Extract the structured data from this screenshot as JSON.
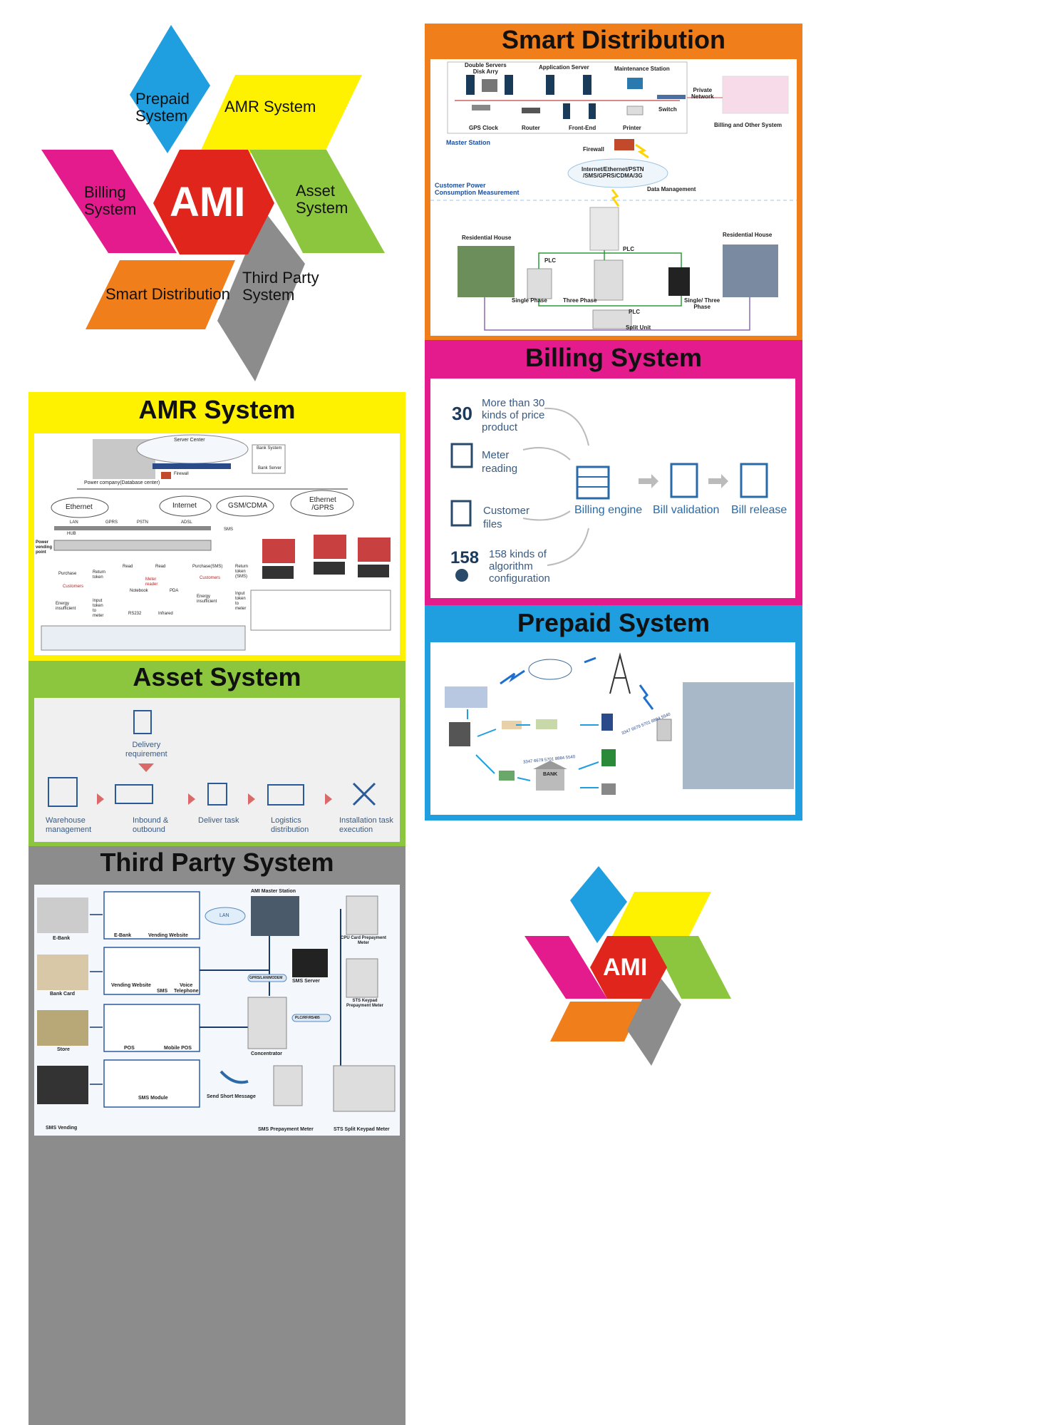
{
  "colors": {
    "blue": "#1f9ee0",
    "yellow": "#fff200",
    "magenta": "#e31b8d",
    "green": "#8cc63f",
    "orange": "#f07e1a",
    "gray": "#8c8c8c",
    "red": "#e0261c"
  },
  "hero": {
    "center": "AMI",
    "petals": {
      "prepaid": "Prepaid\nSystem",
      "amr": "AMR System",
      "billing": "Billing\nSystem",
      "asset": "Asset\nSystem",
      "smart": "Smart Distribution",
      "third": "Third Party\nSystem"
    }
  },
  "logo_small": {
    "center": "AMI"
  },
  "smart_distribution": {
    "title": "Smart Distribution",
    "labels": {
      "double_servers": "Double Servers\nDisk Arry",
      "app_server": "Application Server",
      "maintenance": "Maintenance Station",
      "private_network": "Private\nNetwork",
      "switch": "Switch",
      "gps": "GPS Clock",
      "router": "Router",
      "front_end": "Front-End",
      "printer": "Printer",
      "billing_other": "Billing and Other System",
      "master_station": "Master Station",
      "firewall": "Firewall",
      "network": "Internet/Ethernet/PSTN\n/SMS/GPRS/CDMA/3G",
      "customer_power": "Customer Power\nConsumption Measurement",
      "data_mgmt": "Data Management",
      "res_house_left": "Residential House",
      "res_house_right": "Residential House",
      "plc_top": "PLC",
      "plc_left": "PLC",
      "plc_bottom": "PLC",
      "single_phase": "Single Phase",
      "three_phase": "Three Phase",
      "single_three": "Single/ Three\nPhase",
      "split_unit": "Split Unit"
    }
  },
  "billing_system": {
    "title": "Billing System",
    "items": {
      "price": "More than 30\nkinds of price\nproduct",
      "meter": "Meter\nreading",
      "customer": "Customer\nfiles",
      "algo": "158 kinds of\nalgorithm\nconfiguration",
      "engine": "Billing engine",
      "validation": "Bill validation",
      "release": "Bill release",
      "num30": "30",
      "num158": "158"
    }
  },
  "prepaid_system": {
    "title": "Prepaid System",
    "labels": {
      "bank": "BANK",
      "codes1": "3347 6679 5701 8884 5540",
      "codes2": "3347 6679 5701 8884 5540"
    }
  },
  "amr_system": {
    "title": "AMR System",
    "labels": {
      "server_center": "Server Center",
      "bank_system": "Bank System",
      "bank_server": "Bank Server",
      "firewall": "Firewall",
      "power_company": "Power company(Database center)",
      "ethernet": "Ethernet",
      "internet": "Internet",
      "gsm": "GSM/CDMA",
      "ethernet_gprs": "Ethernet\n/GPRS",
      "lan": "LAN",
      "hub": "HUB",
      "gprs": "GPRS",
      "pstn": "PSTN",
      "adsl": "ADSL",
      "sms": "SMS",
      "vending": "Power\nvending\npoint",
      "customers1": "Customers",
      "customers2": "Customers",
      "purchase": "Purchase",
      "return_token1": "Return\ntoken",
      "read1": "Read",
      "read2": "Read",
      "meter_reader": "Meter\nreader",
      "notebook": "Notebook",
      "pda": "PDA",
      "purchase_sms": "Purchase(SMS)",
      "return_token2": "Return\ntoken\n(SMS)",
      "energy1": "Energy\ninsufficient",
      "energy2": "Energy\ninsufficient",
      "input1": "Input\ntoken\nto\nmeter",
      "input2": "Input\ntoken\nto\nmeter",
      "rs232": "RS232",
      "infrared": "Infrared"
    }
  },
  "asset_system": {
    "title": "Asset System",
    "delivery": "Delivery\nrequirement",
    "steps": [
      "Warehouse\nmanagement",
      "Inbound &\noutbound",
      "Deliver task",
      "Logistics\ndistribution",
      "Installation task\nexecution"
    ]
  },
  "third_party_system": {
    "title": "Third Party System",
    "labels": {
      "ebank": "E-Bank",
      "ebank2": "E-Bank",
      "vending_website": "Vending Website",
      "bank_card": "Bank Card",
      "vending_website2": "Vending Website",
      "sms": "SMS",
      "voice": "Voice\nTelephone",
      "store": "Store",
      "pos": "POS",
      "mobile_pos": "Mobile POS",
      "sms_vending": "SMS Vending",
      "sms_module": "SMS Module",
      "master": "AMI Master Station",
      "lan": "LAN",
      "gprs": "GPRS/LAN/MODEM",
      "sms_server": "SMS Server",
      "plc": "PLC/RF/RS485",
      "concentrator": "Concentrator",
      "send_sms": "Send Short Message",
      "sms_meter": "SMS Prepayment Meter",
      "cpu_meter": "CPU Card Prepayment\nMeter",
      "sts_keypad": "STS Keypad\nPrepayment Meter",
      "sts_split": "STS Split Keypad Meter"
    }
  }
}
